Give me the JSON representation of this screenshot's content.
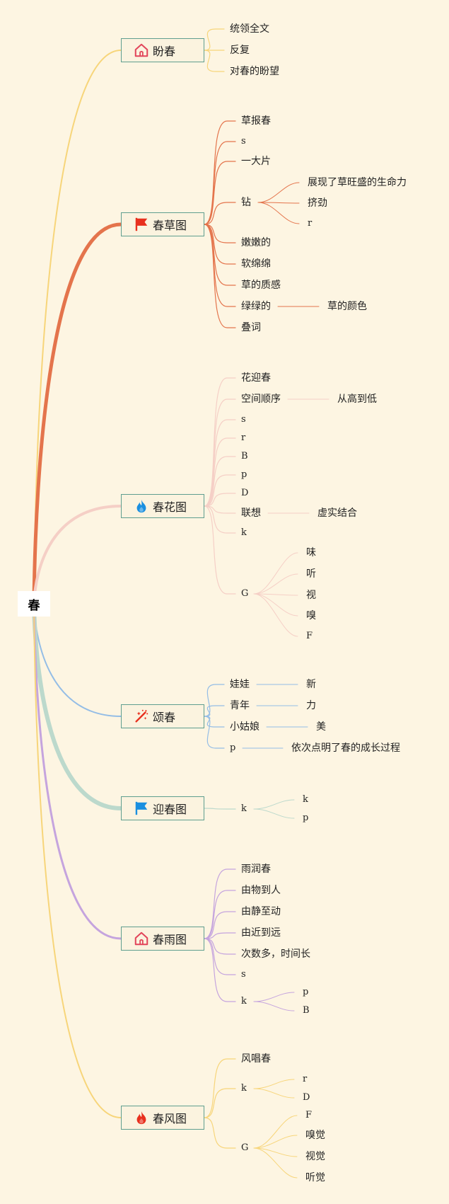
{
  "root": "春",
  "branches": [
    {
      "id": "panchun",
      "label": "盼春",
      "icon": "home-icon",
      "color": "#f7d57a",
      "children": [
        {
          "label": "统领全文"
        },
        {
          "label": "反复"
        },
        {
          "label": "对春的盼望"
        }
      ]
    },
    {
      "id": "chuncaotu",
      "label": "春草图",
      "icon": "flag-icon",
      "color": "#e4744c",
      "children": [
        {
          "label": "草报春"
        },
        {
          "label": "s"
        },
        {
          "label": "一大片"
        },
        {
          "label": "钻",
          "children": [
            {
              "label": "展现了草旺盛的生命力"
            },
            {
              "label": "挤劲"
            },
            {
              "label": "r"
            }
          ]
        },
        {
          "label": "嫩嫩的"
        },
        {
          "label": "软绵绵"
        },
        {
          "label": "草的质感"
        },
        {
          "label": "绿绿的",
          "children": [
            {
              "label": "草的颜色"
            }
          ]
        },
        {
          "label": "叠词"
        }
      ]
    },
    {
      "id": "chunhuatu",
      "label": "春花图",
      "icon": "fire-icon",
      "color": "#f5cfc6",
      "children": [
        {
          "label": "花迎春"
        },
        {
          "label": "空间顺序",
          "children": [
            {
              "label": "从高到低"
            }
          ]
        },
        {
          "label": "s"
        },
        {
          "label": "r"
        },
        {
          "label": "B"
        },
        {
          "label": "p"
        },
        {
          "label": "D"
        },
        {
          "label": "联想",
          "children": [
            {
              "label": "虚实结合"
            }
          ]
        },
        {
          "label": "k"
        },
        {
          "label": "G",
          "children": [
            {
              "label": "味"
            },
            {
              "label": "听"
            },
            {
              "label": "视"
            },
            {
              "label": "嗅"
            },
            {
              "label": "F"
            }
          ]
        }
      ]
    },
    {
      "id": "songchun",
      "label": "颂春",
      "icon": "magic-wand-icon",
      "color": "#94bde6",
      "children": [
        {
          "label": "娃娃",
          "children": [
            {
              "label": "新"
            }
          ]
        },
        {
          "label": "青年",
          "children": [
            {
              "label": "力"
            }
          ]
        },
        {
          "label": "小姑娘",
          "children": [
            {
              "label": "美"
            }
          ]
        },
        {
          "label": "p",
          "children": [
            {
              "label": "依次点明了春的成长过程"
            }
          ]
        }
      ]
    },
    {
      "id": "yingchuntu",
      "label": "迎春图",
      "icon": "flag-icon",
      "color": "#bcd9cc",
      "children": [
        {
          "label": "k",
          "children": [
            {
              "label": "k"
            },
            {
              "label": "p"
            }
          ]
        }
      ]
    },
    {
      "id": "chunyutu",
      "label": "春雨图",
      "icon": "home-icon",
      "color": "#c5a4de",
      "children": [
        {
          "label": "雨润春"
        },
        {
          "label": "由物到人"
        },
        {
          "label": "由静至动"
        },
        {
          "label": "由近到远"
        },
        {
          "label": "次数多，时间长"
        },
        {
          "label": "s"
        },
        {
          "label": "k",
          "children": [
            {
              "label": "p"
            },
            {
              "label": "B"
            }
          ]
        }
      ]
    },
    {
      "id": "chunfengtu",
      "label": "春风图",
      "icon": "fire-icon",
      "color": "#f7d57a",
      "children": [
        {
          "label": "风唱春"
        },
        {
          "label": "k",
          "children": [
            {
              "label": "r"
            },
            {
              "label": "D"
            }
          ]
        },
        {
          "label": "G",
          "children": [
            {
              "label": "F"
            },
            {
              "label": "嗅觉"
            },
            {
              "label": "视觉"
            },
            {
              "label": "听觉"
            }
          ]
        }
      ]
    }
  ],
  "icon_colors": {
    "home-icon": "#e2455a",
    "flag-icon-red": "#e8301e",
    "flag-icon-blue": "#1a8fe0",
    "fire-icon-blue": "#1a8fe0",
    "fire-icon-red": "#e8301e",
    "magic-wand-icon": "#e8301e"
  }
}
